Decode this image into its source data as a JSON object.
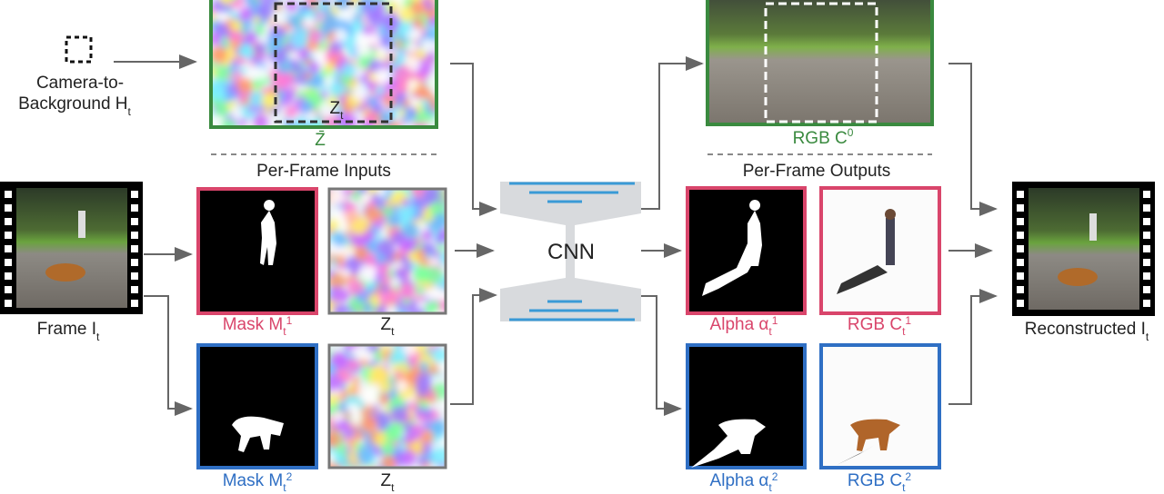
{
  "inputs": {
    "camera_label_line1": "Camera-to-",
    "camera_label_line2": "Background H",
    "camera_label_sub": "t",
    "zbar_label": "Z̄",
    "zt_inner_label": "Z",
    "zt_inner_sub": "t",
    "section_title": "Per-Frame Inputs",
    "frame_label": "Frame I",
    "frame_sub": "t",
    "mask1_label": "Mask M",
    "mask1_sub": "t",
    "mask1_sup": "1",
    "zt1_label": "Z",
    "zt1_sub": "t",
    "mask2_label": "Mask M",
    "mask2_sub": "t",
    "mask2_sup": "2",
    "zt2_label": "Z",
    "zt2_sub": "t"
  },
  "network": {
    "label": "CNN"
  },
  "outputs": {
    "rgb0_label": "RGB C",
    "rgb0_sup": "0",
    "section_title": "Per-Frame Outputs",
    "alpha1_label": "Alpha α",
    "alpha1_sub": "t",
    "alpha1_sup": "1",
    "rgb1_label": "RGB C",
    "rgb1_sub": "t",
    "rgb1_sup": "1",
    "alpha2_label": "Alpha α",
    "alpha2_sub": "t",
    "alpha2_sup": "2",
    "rgb2_label": "RGB C",
    "rgb2_sub": "t",
    "rgb2_sup": "2",
    "reconstructed_label": "Reconstructed I",
    "reconstructed_sub": "t"
  },
  "colors": {
    "layer1": "#d9456b",
    "layer2": "#2f6fc4",
    "background": "#3a8a3f",
    "cnn": "#d8dadd",
    "cnn_lines": "#3a9ad6"
  }
}
